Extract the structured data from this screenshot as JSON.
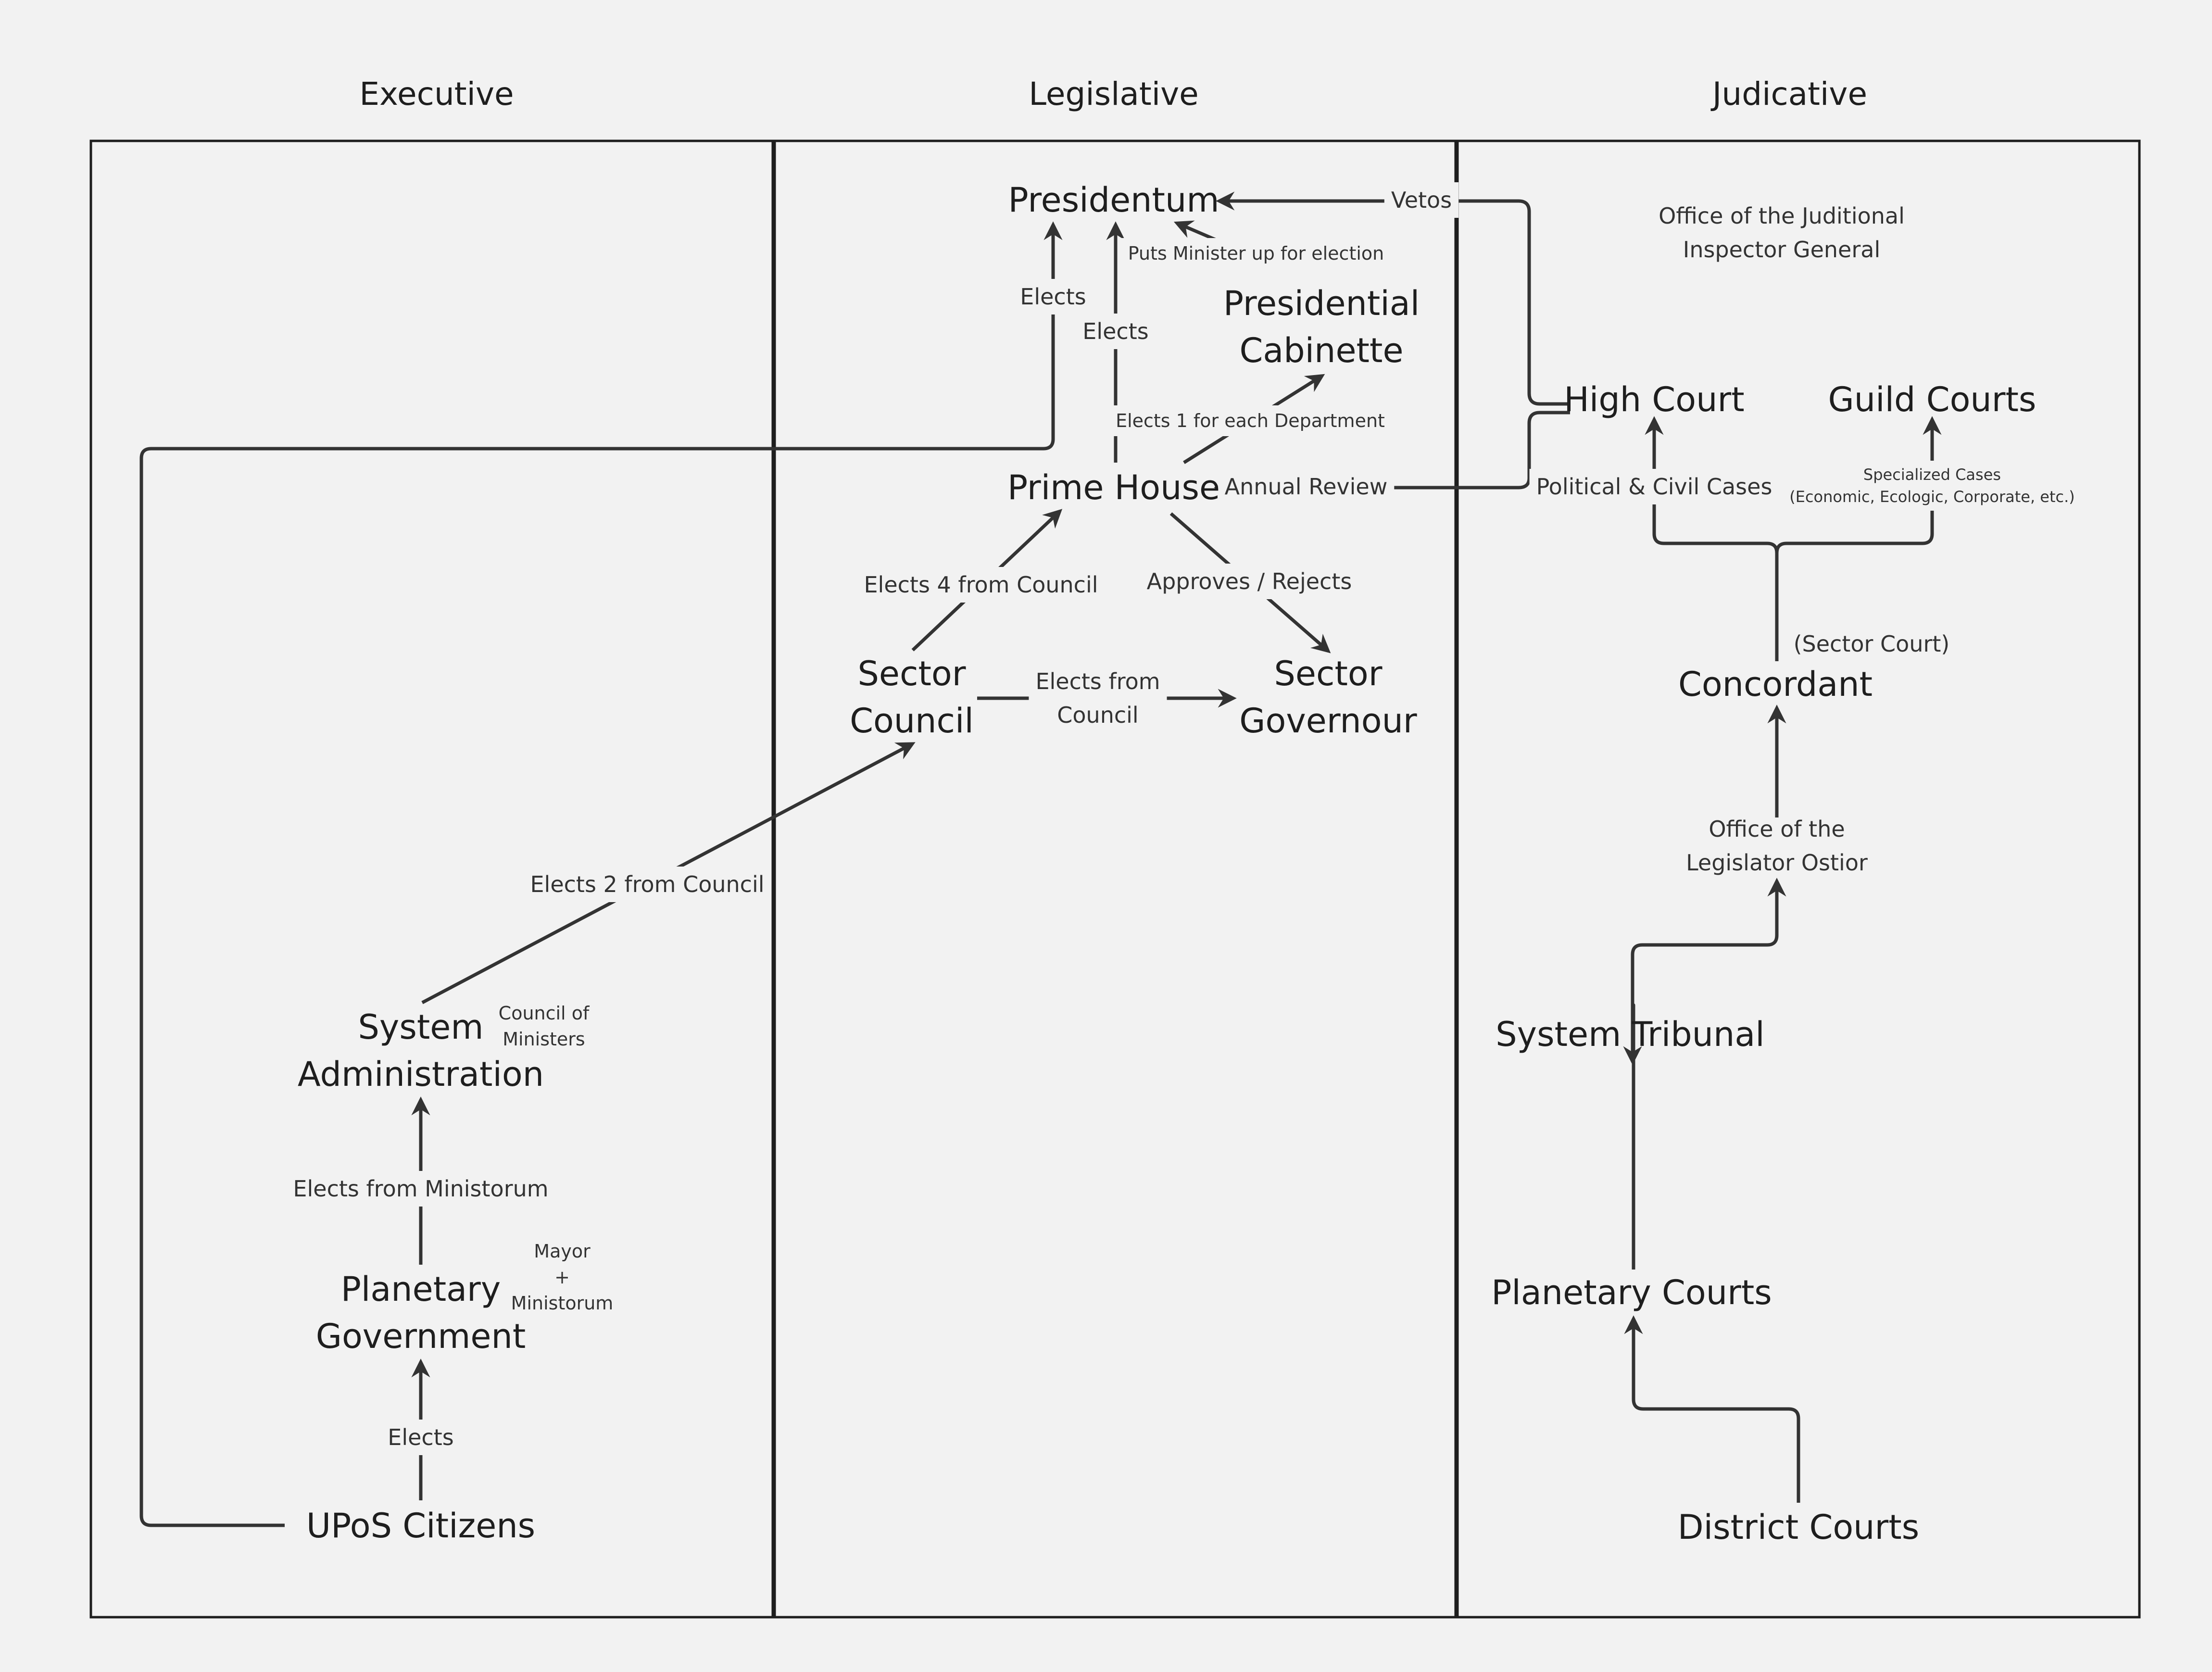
{
  "diagram": {
    "branches": {
      "executive": "Executive",
      "legislative": "Legislative",
      "judicative": "Judicative"
    },
    "colors": {
      "background": "#f2f2f2",
      "ink": "#1e1e1e",
      "connector": "#333333"
    },
    "nodes": {
      "presidentum": [
        "Presidentum"
      ],
      "presidential_cabinette": [
        "Presidential",
        "Cabinette"
      ],
      "prime_house": [
        "Prime House"
      ],
      "sector_council": [
        "Sector",
        "Council"
      ],
      "sector_governour": [
        "Sector",
        "Governour"
      ],
      "system_administration": [
        "System",
        "Administration"
      ],
      "planetary_government": [
        "Planetary",
        "Government"
      ],
      "upos_citizens": [
        "UPoS Citizens"
      ],
      "office_judicial_inspector": [
        "Office of the Juditional",
        "Inspector General"
      ],
      "high_court": [
        "High Court"
      ],
      "guild_courts": [
        "Guild Courts"
      ],
      "concordant": [
        "Concordant"
      ],
      "office_legislator_ostior": [
        "Office of the",
        "Legislator Ostior"
      ],
      "system_tribunal": [
        "System Tribunal"
      ],
      "planetary_courts": [
        "Planetary Courts"
      ],
      "district_courts": [
        "District Courts"
      ]
    },
    "annotations": {
      "council_of_ministers": [
        "Council of",
        "Ministers"
      ],
      "mayor_ministorum": [
        "Mayor",
        "+",
        "Ministorum"
      ],
      "sector_court": [
        "(Sector Court)"
      ]
    },
    "edge_labels": {
      "vetos": [
        "Vetos"
      ],
      "puts_minister": [
        "Puts Minister up for election"
      ],
      "elects_citizens_president": [
        "Elects"
      ],
      "elects_primehouse_president": [
        "Elects"
      ],
      "elects_1_each_department": [
        "Elects 1 for each Department"
      ],
      "annual_review": [
        "Annual Review"
      ],
      "elects_4_from_council": [
        "Elects 4 from Council"
      ],
      "approves_rejects": [
        "Approves / Rejects"
      ],
      "elects_from_council": [
        "Elects from",
        "Council"
      ],
      "elects_2_from_council": [
        "Elects 2 from Council"
      ],
      "elects_from_ministorum": [
        "Elects from Ministorum"
      ],
      "elects_citizens_planetary": [
        "Elects"
      ],
      "political_civil_cases": [
        "Political & Civil Cases"
      ],
      "specialized_cases": [
        "Specialized Cases",
        "(Economic, Ecologic, Corporate, etc.)"
      ]
    },
    "edges": [
      {
        "from": "citizens",
        "to": "planetary_government",
        "label": "elects_citizens_planetary",
        "arrow": true
      },
      {
        "from": "planetary_government",
        "to": "system_administration",
        "label": "elects_from_ministorum",
        "arrow": true
      },
      {
        "from": "system_administration",
        "to": "sector_council",
        "label": "elects_2_from_council",
        "arrow": true
      },
      {
        "from": "citizens",
        "to": "presidentum",
        "label": "elects_citizens_president",
        "arrow": true
      },
      {
        "from": "sector_council",
        "to": "prime_house",
        "label": "elects_4_from_council",
        "arrow": true
      },
      {
        "from": "sector_council",
        "to": "sector_governour",
        "label": "elects_from_council",
        "arrow": true
      },
      {
        "from": "prime_house",
        "to": "sector_governour",
        "label": "approves_rejects",
        "arrow": true
      },
      {
        "from": "prime_house",
        "to": "presidentum",
        "label": "elects_primehouse_president",
        "arrow": true
      },
      {
        "from": "prime_house",
        "to": "presidential_cabinette",
        "label": "elects_1_each_department",
        "arrow": true
      },
      {
        "from": "presidential_cabinette",
        "to": "presidentum",
        "label": "puts_minister",
        "arrow": true
      },
      {
        "from": "high_court",
        "to": "presidentum",
        "label": "vetos",
        "arrow": true
      },
      {
        "from": "high_court",
        "to": "prime_house",
        "label": "annual_review",
        "arrow": true
      },
      {
        "from": "concordant",
        "to": "high_court",
        "label": "political_civil_cases",
        "arrow": true
      },
      {
        "from": "concordant",
        "to": "guild_courts",
        "label": "specialized_cases",
        "arrow": true
      },
      {
        "from": "office_legislator_ostior",
        "to": "concordant",
        "arrow": true
      },
      {
        "from": "system_tribunal",
        "to": "office_legislator_ostior",
        "arrow": true
      },
      {
        "from": "planetary_courts",
        "to": "system_tribunal",
        "arrow": true
      },
      {
        "from": "district_courts",
        "to": "planetary_courts",
        "arrow": true
      }
    ]
  }
}
